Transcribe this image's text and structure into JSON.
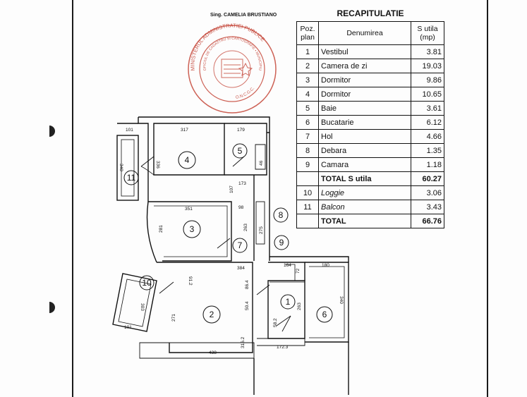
{
  "signature_text": "Sing. CAMELIA  BRUSTIANO",
  "stamp": {
    "outer_text": "MINISTERUL ADMINISTRATIEI PUBLICE",
    "inner_text": "OFICIUL DE CADASTRU SI CARTOGRAFIE • MUNICIPIUL BUCURESTI",
    "bottom_text": "O.N.C.G.C.",
    "color": "#c0392b"
  },
  "recap": {
    "title": "RECAPITULATIE",
    "headers": {
      "poz": "Poz. plan",
      "name": "Denumirea",
      "area": "S utila (mp)"
    },
    "rows": [
      {
        "n": "1",
        "name": "Vestibul",
        "area": "3.81"
      },
      {
        "n": "2",
        "name": "Camera de zi",
        "area": "19.03"
      },
      {
        "n": "3",
        "name": "Dormitor",
        "area": "9.86"
      },
      {
        "n": "4",
        "name": "Dormitor",
        "area": "10.65"
      },
      {
        "n": "5",
        "name": "Baie",
        "area": "3.61"
      },
      {
        "n": "6",
        "name": "Bucatarie",
        "area": "6.12"
      },
      {
        "n": "7",
        "name": "Hol",
        "area": "4.66"
      },
      {
        "n": "8",
        "name": "Debara",
        "area": "1.35"
      },
      {
        "n": "9",
        "name": "Camara",
        "area": "1.18"
      }
    ],
    "total_util": {
      "name": "TOTAL S utila",
      "area": "60.27"
    },
    "extra_rows": [
      {
        "n": "10",
        "name": "Loggie",
        "area": "3.06"
      },
      {
        "n": "11",
        "name": "Balcon",
        "area": "3.43"
      }
    ],
    "total": {
      "name": "TOTAL",
      "area": "66.76"
    }
  },
  "rooms": [
    "1",
    "2",
    "3",
    "4",
    "5",
    "6",
    "7",
    "8",
    "9",
    "10",
    "11"
  ],
  "dims": [
    "101",
    "317",
    "179",
    "340",
    "336",
    "173",
    "46",
    "107",
    "98",
    "351",
    "281",
    "263",
    "275",
    "384",
    "91.2",
    "164",
    "72",
    "180",
    "340",
    "303",
    "271",
    "50.4",
    "86.4",
    "263",
    "101",
    "438",
    "316.2",
    "58.2",
    "172.3"
  ]
}
